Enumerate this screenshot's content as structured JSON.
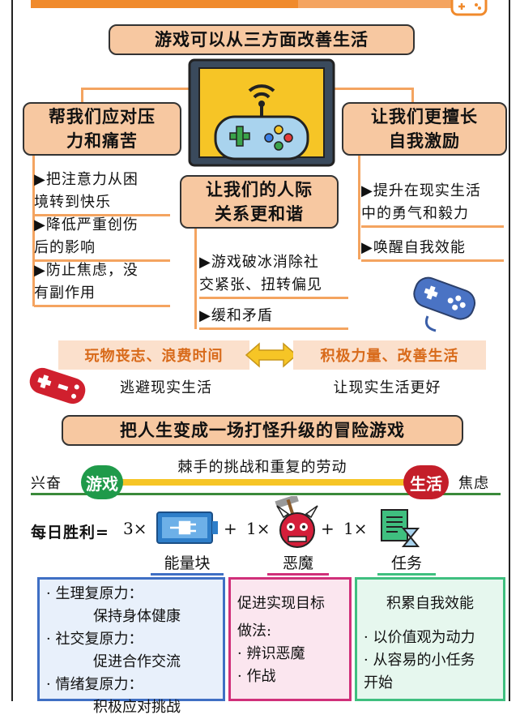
{
  "title": "游戏可以从三方面改善生活",
  "branches": {
    "left": {
      "heading_line1": "帮我们应对压",
      "heading_line2": "力和痛苦",
      "items": [
        {
          "l1": "把注意力从困",
          "l2": "境转到快乐"
        },
        {
          "l1": "降低严重创伤",
          "l2": "后的影响"
        },
        {
          "l1": "防止焦虑，没",
          "l2": "有副作用"
        }
      ]
    },
    "middle": {
      "heading_line1": "让我们的人际",
      "heading_line2": "关系更和谐",
      "items": [
        {
          "l1": "游戏破冰消除社",
          "l2": "交紧张、扭转偏见"
        },
        {
          "l1": "缓和矛盾",
          "l2": ""
        }
      ]
    },
    "right": {
      "heading_line1": "让我们更擅长",
      "heading_line2": "自我激励",
      "items": [
        {
          "l1": "提升在现实生活",
          "l2": "中的勇气和毅力"
        },
        {
          "l1": "唤醒自我效能",
          "l2": ""
        }
      ]
    }
  },
  "contrast": {
    "left_tag": "玩物丧志、浪费时间",
    "right_tag": "积极力量、改善生活",
    "left_caption": "逃避现实生活",
    "right_caption": "让现实生活更好"
  },
  "adventure": {
    "title": "把人生变成一场打怪升级的冒险游戏",
    "middle_text": "棘手的挑战和重复的劳动",
    "left_word": "兴奋",
    "left_circle": "游戏",
    "right_circle": "生活",
    "right_word": "焦虑"
  },
  "formula": {
    "prefix": "每日胜利=",
    "t1": "3×",
    "plus1": "+",
    "t2": "1×",
    "plus2": "+",
    "t3": "1×",
    "labels": [
      "能量块",
      "恶魔",
      "任务"
    ]
  },
  "boxes": {
    "energy": {
      "color": "#3f6fc4",
      "lines": [
        "· 生理复原力：",
        "保持身体健康",
        "· 社交复原力：",
        "促进合作交流",
        "· 情绪复原力：",
        "积极应对挑战"
      ]
    },
    "demon": {
      "color": "#d0307a",
      "line1": "促进实现目标",
      "line2": "做法:",
      "line3": "· 辨识恶魔",
      "line4": "· 作战"
    },
    "task": {
      "color": "#3fbf7f",
      "line1": "积累自我效能",
      "line2": "· 以价值观为动力",
      "line3": "· 从容易的小任务",
      "line4": "开始"
    }
  },
  "colors": {
    "accent": "#f4a460",
    "pill": "#f7c8a1",
    "game": "#1f9a4a",
    "life": "#c41e2a"
  },
  "icons": [
    "tv-gamepad-icon",
    "small-gamepad-icon",
    "red-gamepad-icon",
    "battery-icon",
    "demon-icon",
    "task-icon"
  ]
}
